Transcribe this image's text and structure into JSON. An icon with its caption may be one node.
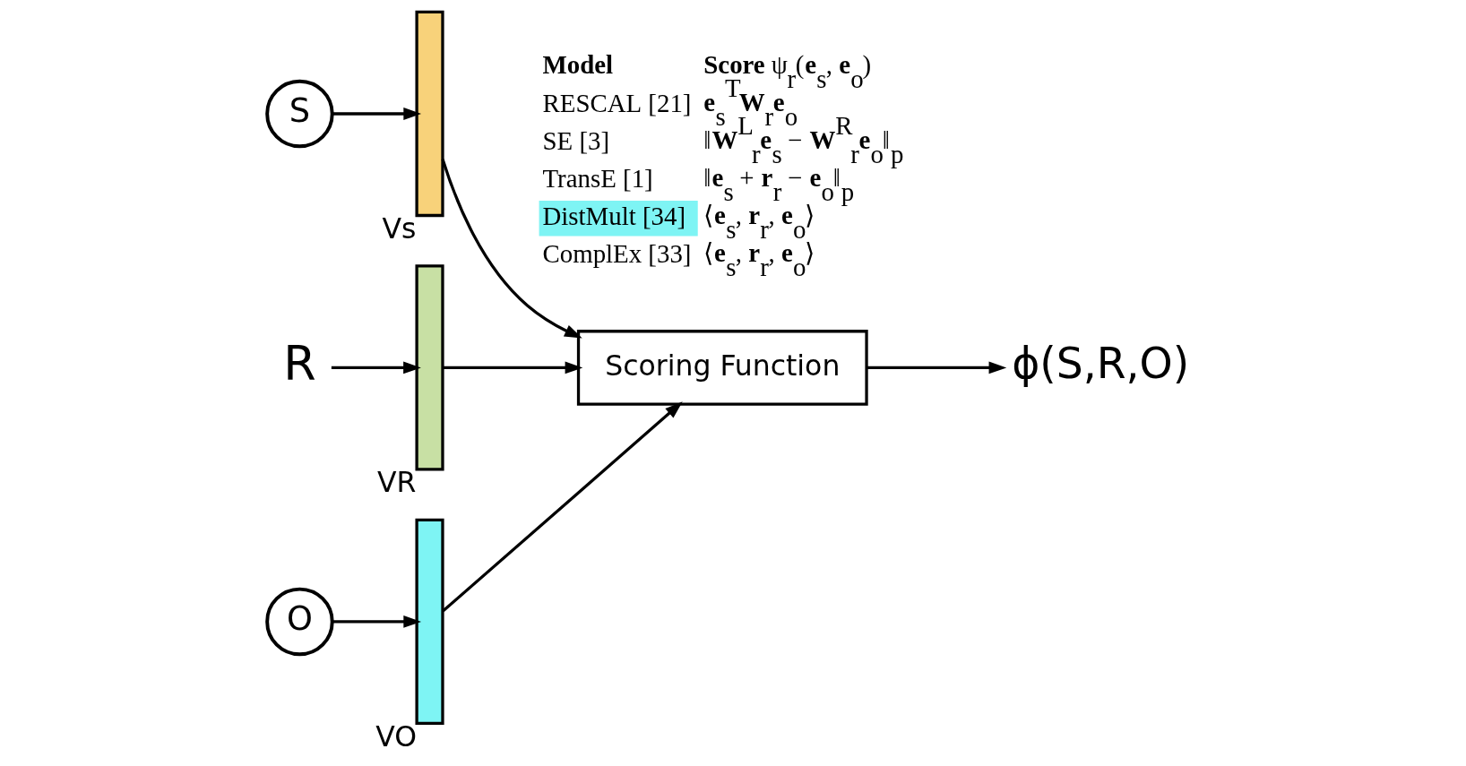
{
  "diagram": {
    "nodes": [
      {
        "text": [
          "S"
        ]
      },
      {
        "text": [
          "R"
        ]
      },
      {
        "text": [
          "O"
        ]
      },
      {
        "text": [],
        "shape": "bar",
        "beside": [
          "Vs"
        ]
      },
      {
        "text": [],
        "shape": "bar",
        "beside": [
          "VR"
        ]
      },
      {
        "text": [],
        "shape": "bar",
        "beside": [
          "VO"
        ]
      },
      {
        "text": [
          "Scoring Function"
        ]
      },
      {
        "text": [
          "ϕ(S,R,O)"
        ]
      }
    ],
    "edges": [
      {
        "from": 0,
        "to": 3,
        "arrow": "to"
      },
      {
        "from": 1,
        "to": 4,
        "arrow": "to"
      },
      {
        "from": 2,
        "to": 5,
        "arrow": "to"
      },
      {
        "from": 3,
        "to": 6,
        "arrow": "to"
      },
      {
        "from": 4,
        "to": 6,
        "arrow": "to"
      },
      {
        "from": 5,
        "to": 6,
        "arrow": "to"
      },
      {
        "from": 6,
        "to": 7,
        "arrow": "to"
      }
    ],
    "labels": [
      "Model",
      "**Score** ψ$_{r}$(**e**$_{s}$, **e**$_{o}$)",
      "RESCAL [21]",
      "**e**$_{s}$$^{T}$**W**$_{r}$**e**$_{o}$",
      "SE [3]",
      "‖**W**$^{L}$$_{r}$**e**$_{s}$ − **W**$^{R}$$_{r}$**e**$_{o}$‖$_{p}$",
      "TransE [1]",
      "‖**e**$_{s}$ + **r**$_{r}$ − **e**$_{o}$‖$_{p}$",
      "DistMult [34]",
      "⟨**e**$_{s}$, **r**$_{r}$, **e**$_{o}$⟩",
      "ComplEx [33]",
      "⟨**e**$_{s}$, **r**$_{r}$, **e**$_{o}$⟩"
    ]
  }
}
